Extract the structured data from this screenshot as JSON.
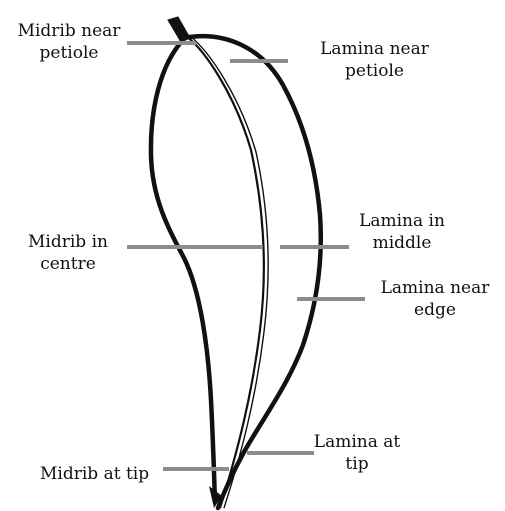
{
  "colors": {
    "outline": "#111111",
    "leader_line": "#8c8c8c",
    "text": "#111111",
    "background": "#ffffff"
  },
  "labels": {
    "midrib_near_petiole": [
      "Midrib near",
      "petiole"
    ],
    "lamina_near_petiole": [
      "Lamina near",
      "petiole"
    ],
    "midrib_in_centre": [
      "Midrib in",
      "centre"
    ],
    "lamina_in_middle": [
      "Lamina in",
      "middle"
    ],
    "lamina_near_edge": [
      "Lamina near",
      "edge"
    ],
    "lamina_at_tip": [
      "Lamina at",
      "tip"
    ],
    "midrib_at_tip": [
      "Midrib at tip"
    ]
  }
}
